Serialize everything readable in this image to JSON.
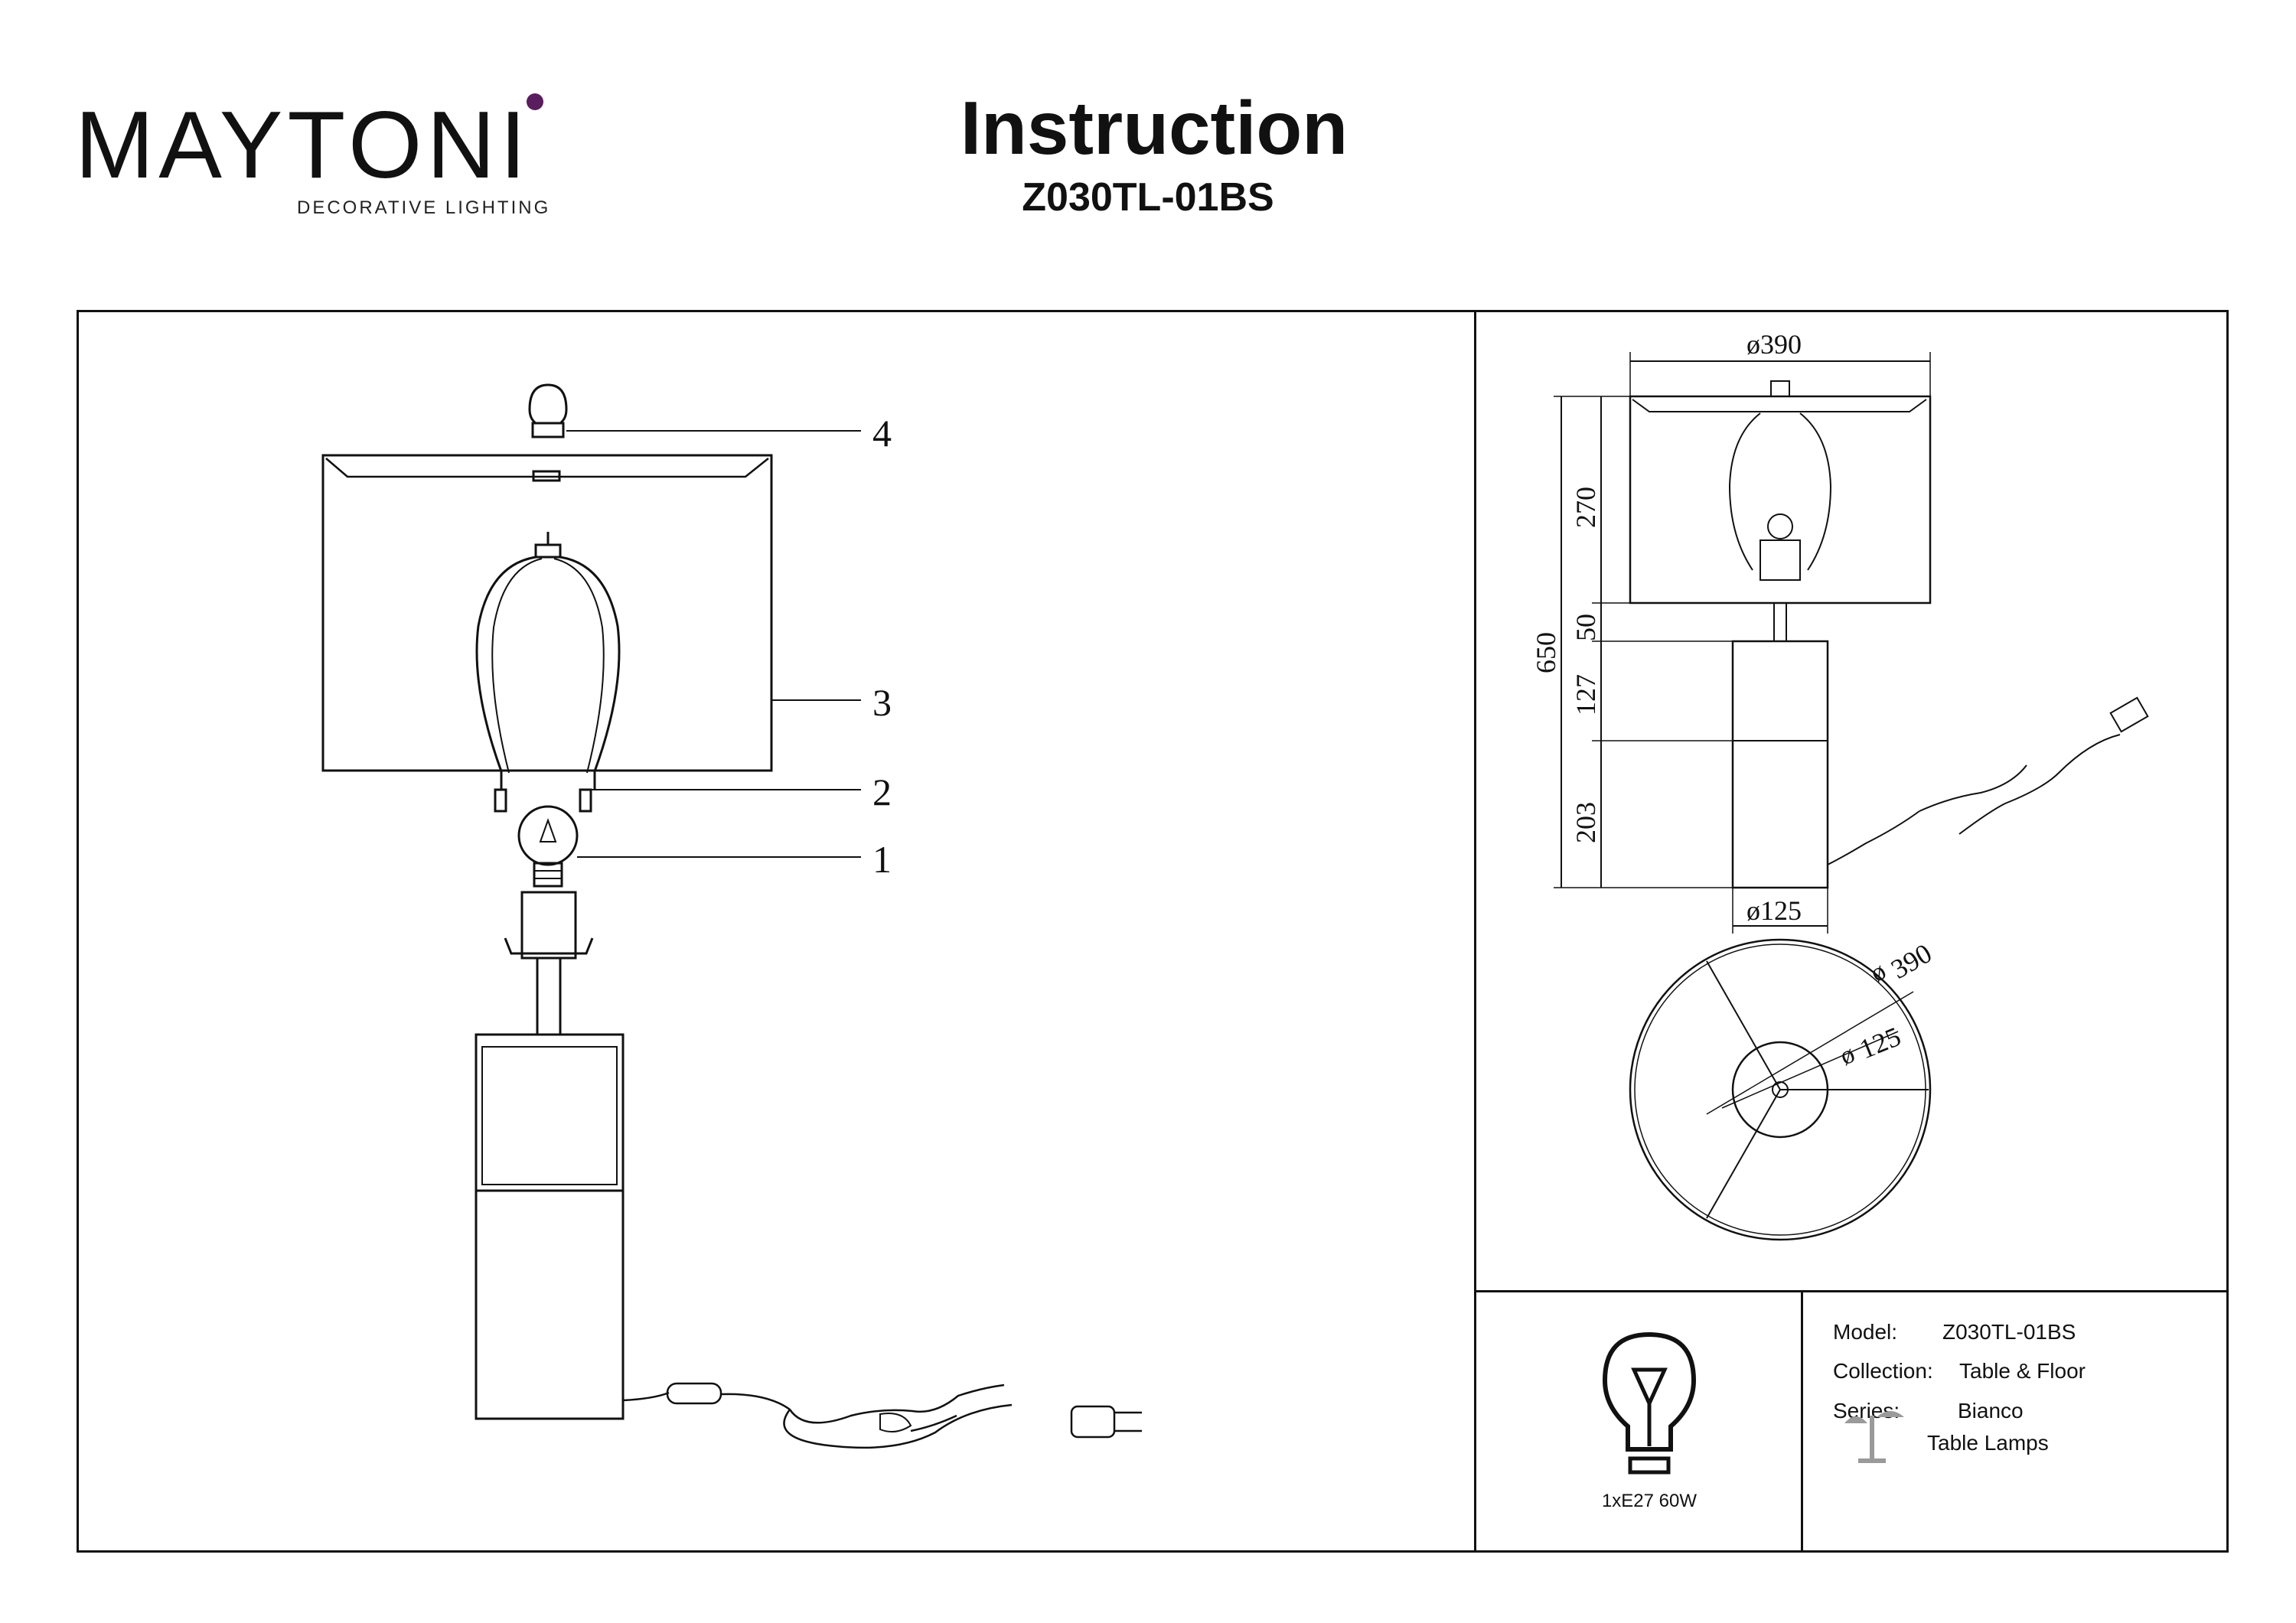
{
  "header": {
    "brand": "MAYTONI",
    "brand_tagline": "DECORATIVE LIGHTING",
    "title": "Instruction",
    "model_code": "Z030TL-01BS"
  },
  "exploded_view": {
    "callouts": [
      "1",
      "2",
      "3",
      "4"
    ]
  },
  "dimensions": {
    "shade_diameter_side": "ø390",
    "total_height": "650",
    "shade_height": "270",
    "neck_height": "50",
    "upper_base_height": "127",
    "lower_base_height": "203",
    "base_diameter_side": "ø125",
    "shade_diameter_top": "390",
    "base_diameter_top": "125"
  },
  "spec": {
    "power": "1xE27 60W",
    "model_label": "Model:",
    "model_value": "Z030TL-01BS",
    "collection_label": "Collection:",
    "collection_value": "Table & Floor",
    "series_label": "Series:",
    "series_value": "Bianco",
    "type_value": "Table Lamps"
  },
  "colors": {
    "brand_accent": "#5a1d5e",
    "line": "#111111"
  },
  "icons": {
    "bulb": "lightbulb-icon",
    "type": "table-lamp-icon"
  }
}
